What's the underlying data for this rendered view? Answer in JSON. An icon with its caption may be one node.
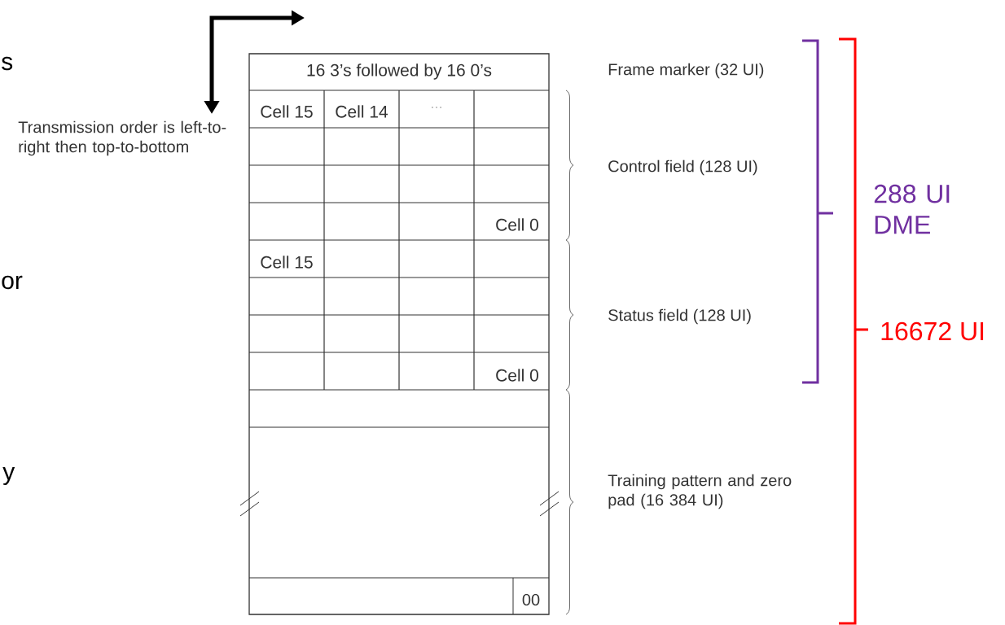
{
  "diagram": {
    "labels": [
      "s",
      "Transmission order is left-to-right then top-to-bottom",
      "16 3’s followed by 16 0’s",
      "Frame marker (32 UI)",
      "Cell 15",
      "Cell 14",
      "…",
      "Control field (128 UI)",
      "288 UI DME",
      "Cell 0",
      "Cell 15",
      "or",
      "Status field (128 UI)",
      "16672 UI",
      "Cell 0",
      "y",
      "Training pattern and zero pad (16 384 UI)",
      "00"
    ]
  }
}
